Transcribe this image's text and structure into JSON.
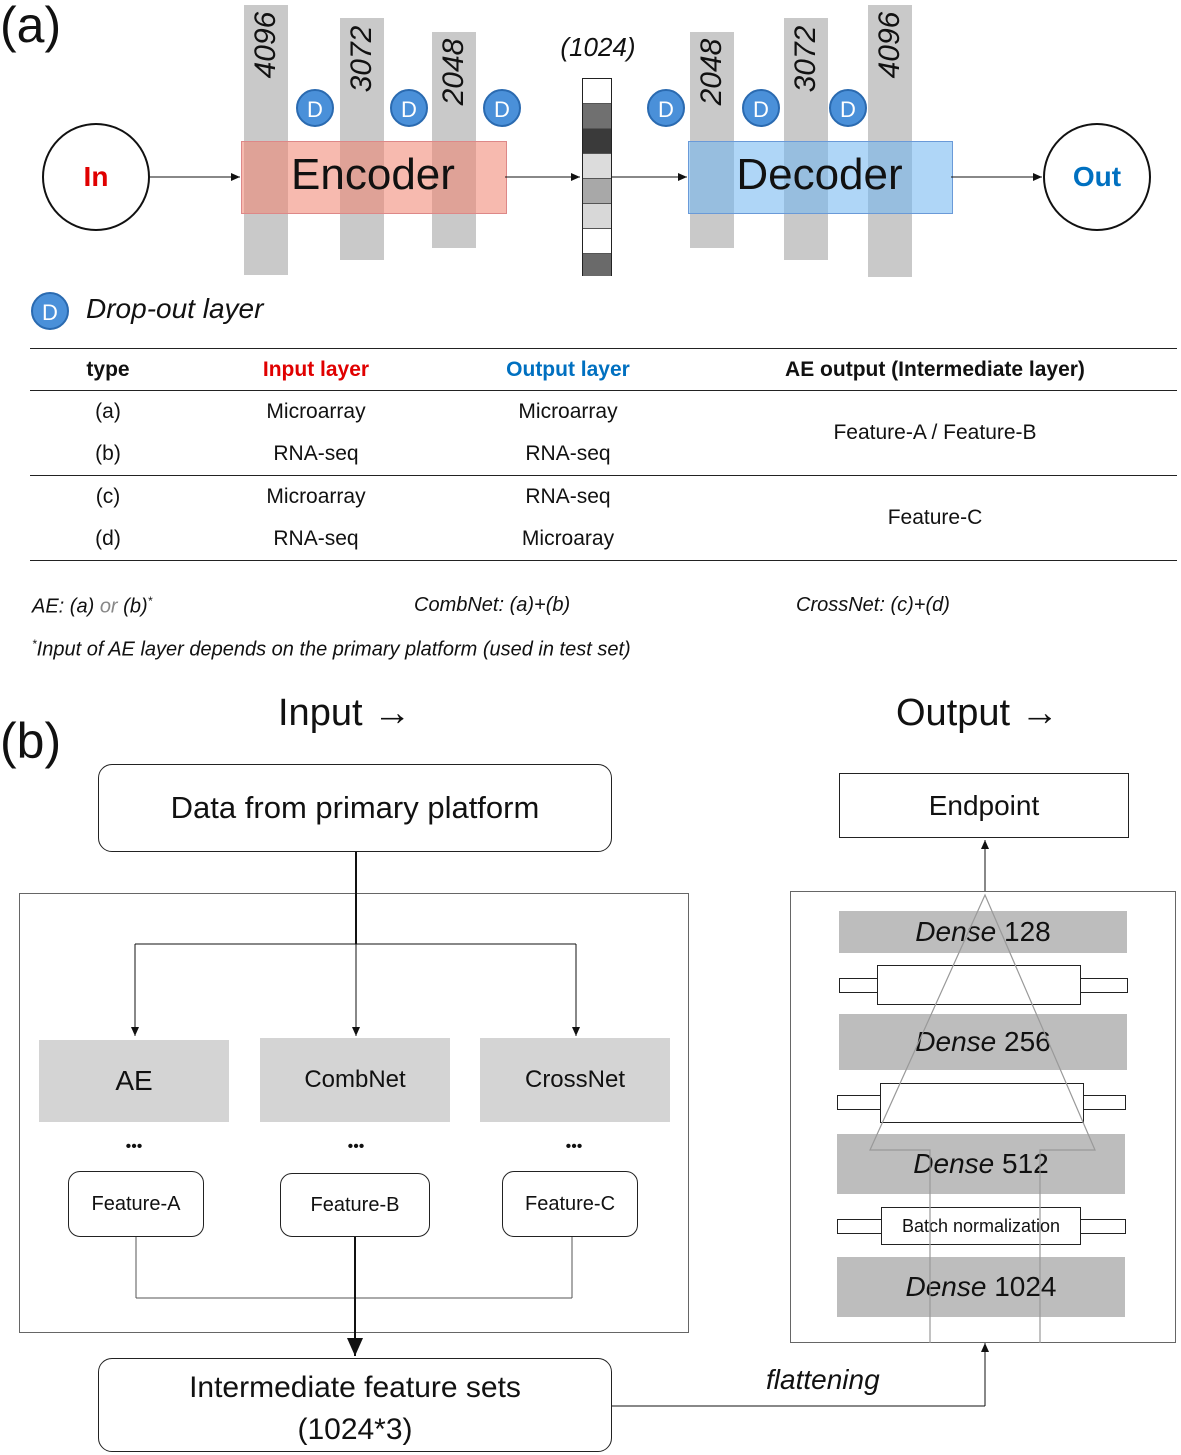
{
  "panel_a": {
    "label": "(a)",
    "input_node": "In",
    "output_node": "Out",
    "encoder": "Encoder",
    "decoder": "Decoder",
    "bottleneck": "(1024)",
    "encoder_layers": [
      "4096",
      "3072",
      "2048"
    ],
    "decoder_layers": [
      "2048",
      "3072",
      "4096"
    ],
    "dropout_symbol": "D",
    "legend_text": "Drop-out layer",
    "colors": {
      "input": "#e00000",
      "output": "#0070c0",
      "dropout": "#4a90d9"
    },
    "table": {
      "headers": [
        "type",
        "Input layer",
        "Output layer",
        "AE output (Intermediate layer)"
      ],
      "rows": [
        {
          "type": "(a)",
          "input": "Microarray",
          "output": "Microarray"
        },
        {
          "type": "(b)",
          "input": "RNA-seq",
          "output": "RNA-seq"
        },
        {
          "type": "(c)",
          "input": "Microarray",
          "output": "RNA-seq"
        },
        {
          "type": "(d)",
          "input": "RNA-seq",
          "output": "Microaray"
        }
      ],
      "ae_group1": "Feature-A / Feature-B",
      "ae_group2": "Feature-C"
    },
    "notes": {
      "ae_a": "AE: (a)",
      "ae_or": "or",
      "ae_b": "(b)",
      "ae_star": "*",
      "combnet": "CombNet: (a)+(b)",
      "crossnet": "CrossNet: (c)+(d)",
      "footnote_star": "*",
      "footnote": "Input of AE layer depends on the primary platform (used in test set)"
    }
  },
  "panel_b": {
    "label": "(b)",
    "input_heading": "Input →",
    "output_heading": "Output →",
    "primary": "Data from primary platform",
    "methods": [
      "AE",
      "CombNet",
      "CrossNet"
    ],
    "ellipsis": "•••",
    "features": [
      "Feature-A",
      "Feature-B",
      "Feature-C"
    ],
    "intermediate_line1": "Intermediate feature sets",
    "intermediate_line2": "(1024*3)",
    "flattening": "flattening",
    "endpoint": "Endpoint",
    "dense": [
      {
        "word": "Dense",
        "num": "128"
      },
      {
        "word": "Dense",
        "num": "256"
      },
      {
        "word": "Dense",
        "num": "512"
      },
      {
        "word": "Dense",
        "num": "1024"
      }
    ],
    "batch_norm": "Batch normalization"
  }
}
